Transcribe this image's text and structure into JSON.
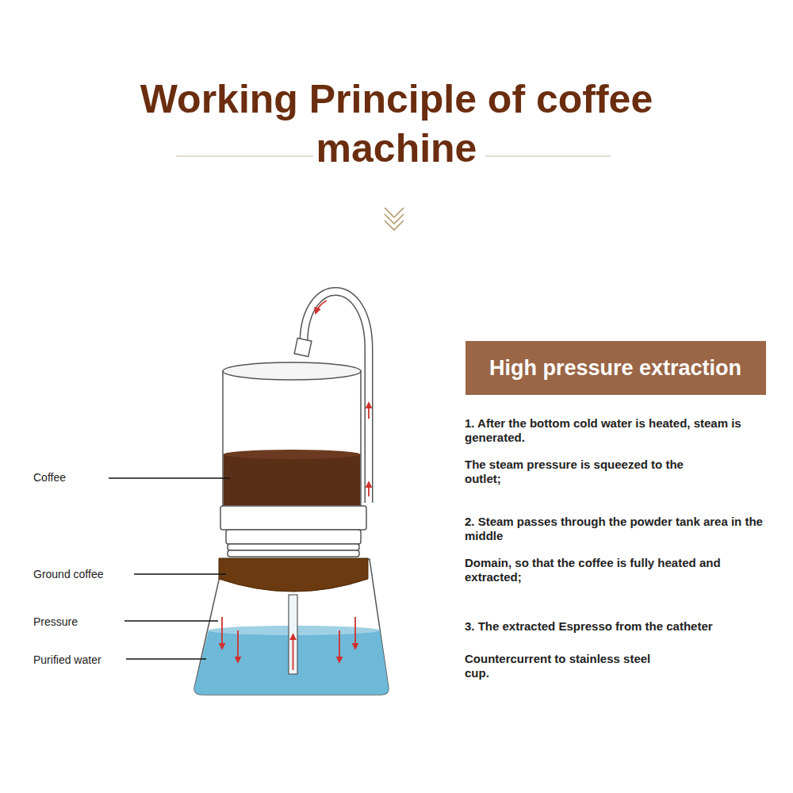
{
  "diagram": {
    "title": "Working Principle of coffee machine",
    "nodes": [
      {
        "text": [
          "High pressure extraction"
        ]
      }
    ],
    "labels": [
      "Coffee",
      "Ground coffee",
      "Pressure",
      "Purified water",
      "1. After the bottom cold water is heated, steam is generated.",
      "The steam pressure is squeezed to the outlet;",
      "2. Steam passes through the powder tank area in the middle",
      "Domain, so that the coffee is fully heated and extracted;",
      "3. The extracted Espresso from the catheter",
      "Countercurrent to stainless steel cup."
    ]
  }
}
